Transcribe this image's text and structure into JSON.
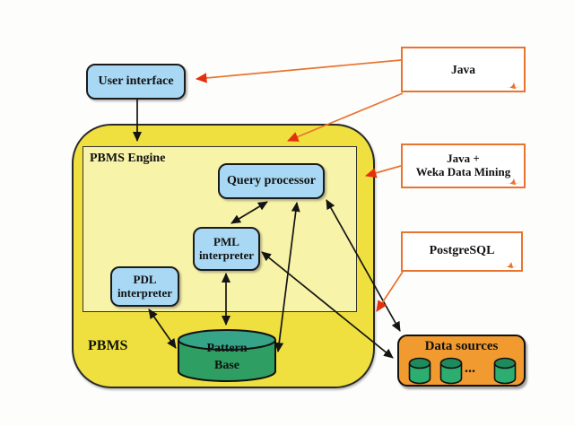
{
  "colors": {
    "canvas_bg": "#fdfdfc",
    "pbms_fill": "#efe03f",
    "pbms_border": "#2a2a2a",
    "engine_fill": "#f7f3a8",
    "module_fill": "#a8d8f3",
    "module_border": "#1b1b1b",
    "cylinder_fill": "#2f9e62",
    "cylinder_top_fill": "#35a487",
    "datasources_fill": "#f09a30",
    "ds_cylinder_fill": "#2bae70",
    "ds_cylinder_top_fill": "#1f8a5c",
    "callout_border": "#e8742e",
    "black_arrow": "#141414",
    "red_arrow": "#e5300f",
    "text": "#111111"
  },
  "diagram": {
    "user_interface_label": "User interface",
    "pbms_label": "PBMS",
    "engine_label": "PBMS Engine",
    "query_processor_label": "Query processor",
    "pml": {
      "line1": "PML",
      "line2": "interpreter"
    },
    "pdl": {
      "line1": "PDL",
      "line2": "interpreter"
    },
    "pattern_base": {
      "line1": "Pattern",
      "line2": "Base"
    },
    "data_sources": {
      "title": "Data sources",
      "ellipsis": "..."
    },
    "callouts": {
      "java_label": "Java",
      "weka": {
        "line1": "Java +",
        "line2": "Weka Data Mining"
      },
      "postgresql_label": "PostgreSQL"
    }
  }
}
